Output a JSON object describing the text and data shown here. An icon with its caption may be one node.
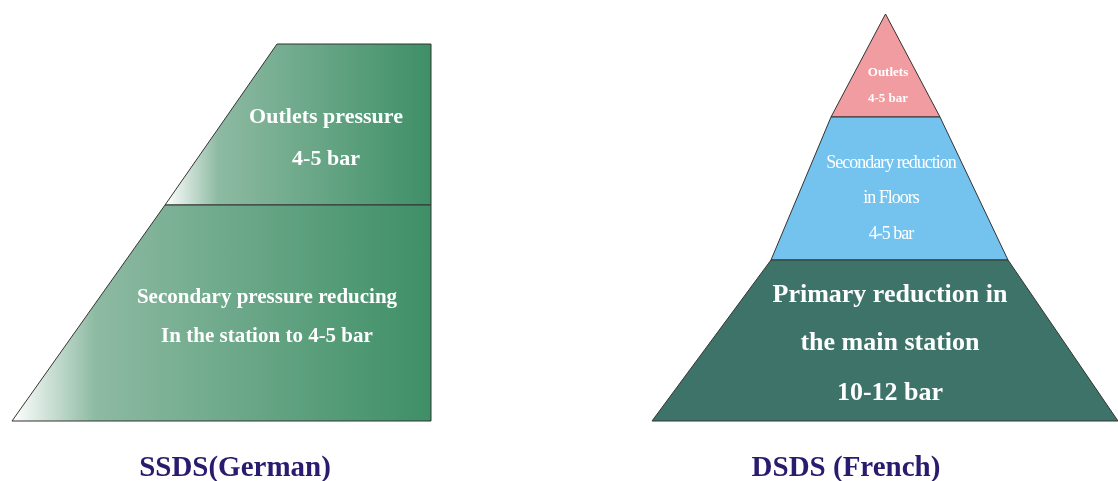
{
  "diagram": {
    "nodes": [
      {
        "text": [
          "Outlets pressure",
          "4-5 bar"
        ]
      },
      {
        "text": [
          "Secondary pressure reducing",
          "In the station to 4-5 bar"
        ]
      },
      {
        "text": [
          "Outlets",
          "4-5 bar"
        ]
      },
      {
        "text": [
          "Secondary reduction",
          "in Floors",
          "4-5 bar"
        ]
      },
      {
        "text": [
          "Primary reduction in",
          "the main station",
          "10-12 bar"
        ]
      }
    ],
    "labels": [
      "SSDS(German)",
      "DSDS (French)"
    ]
  }
}
